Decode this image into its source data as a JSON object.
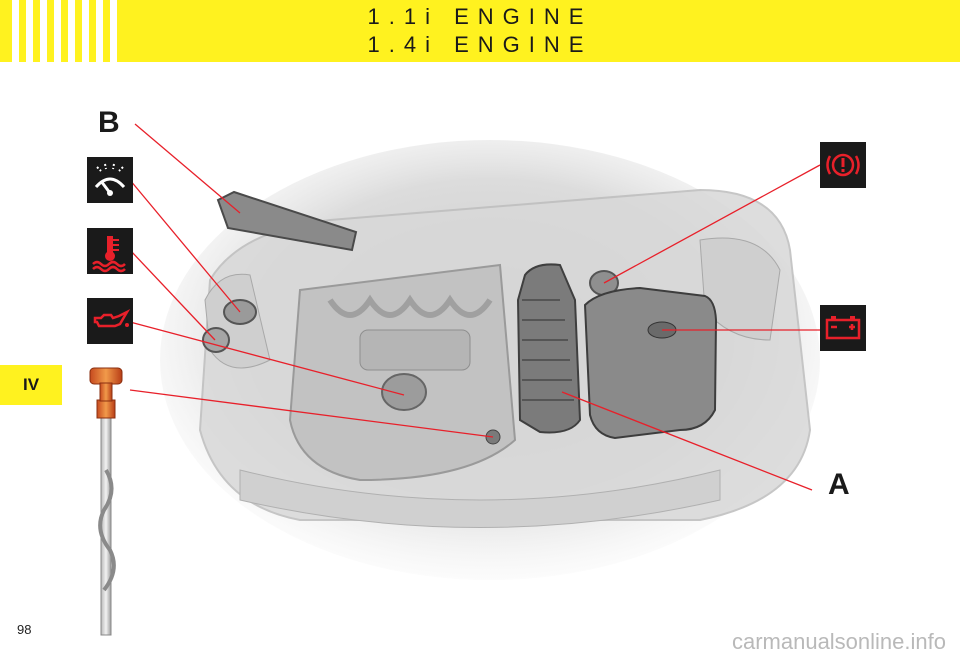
{
  "header": {
    "title_line1": "1.1i ENGINE",
    "title_line2": "1.4i ENGINE"
  },
  "side_tab": {
    "label": "IV"
  },
  "page_number": "98",
  "watermark": "carmanualsonline.info",
  "callouts": {
    "a": "A",
    "b": "B"
  },
  "icons": [
    "screenwash-icon",
    "coolant-temperature-icon",
    "oil-can-icon",
    "brake-warning-icon",
    "battery-icon"
  ],
  "colors": {
    "header_yellow": "#fff21f",
    "icon_red": "#e8202a",
    "icon_bg": "#1a1a1a",
    "leader_line": "#e8202a"
  }
}
